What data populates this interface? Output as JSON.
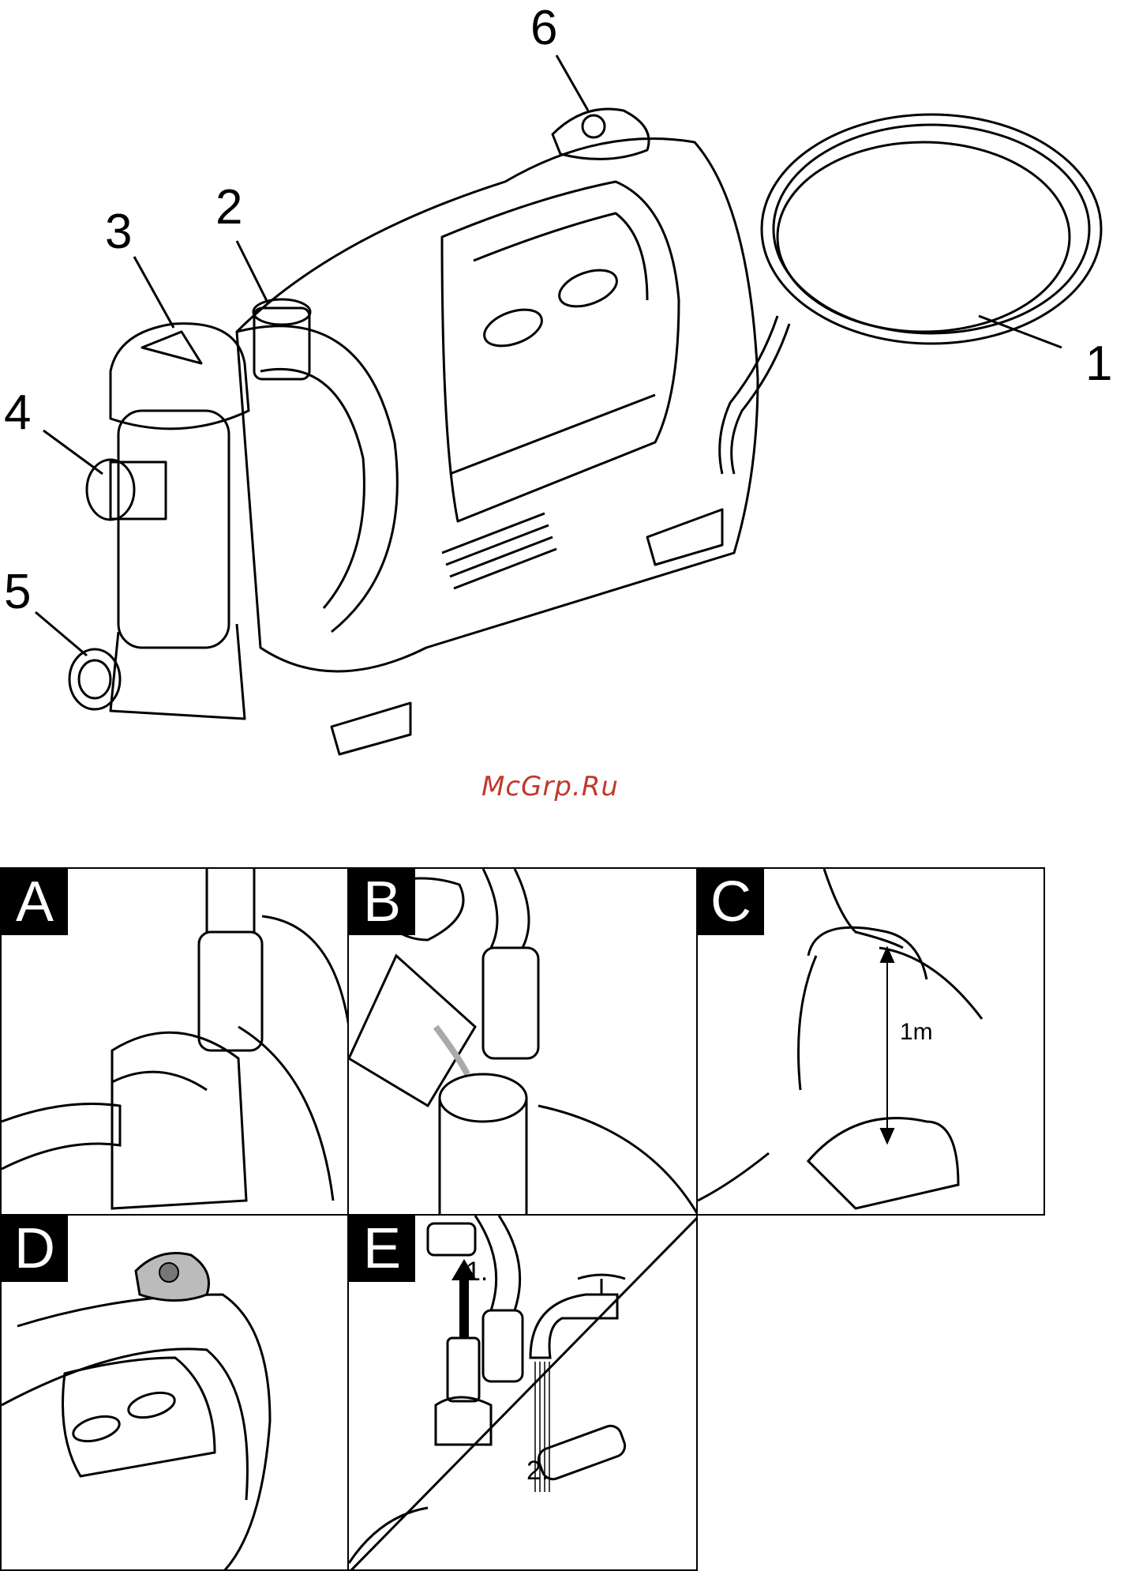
{
  "callouts": [
    "1",
    "2",
    "3",
    "4",
    "5",
    "6"
  ],
  "watermark": "McGrp.Ru",
  "panels": {
    "a": {
      "letter": "A"
    },
    "b": {
      "letter": "B"
    },
    "c": {
      "letter": "C",
      "measure": "1m"
    },
    "d": {
      "letter": "D"
    },
    "e": {
      "letter": "E",
      "step1": "1.",
      "step2": "2."
    }
  },
  "colors": {
    "line": "#000000",
    "watermark": "#c0392b",
    "background": "#ffffff"
  }
}
